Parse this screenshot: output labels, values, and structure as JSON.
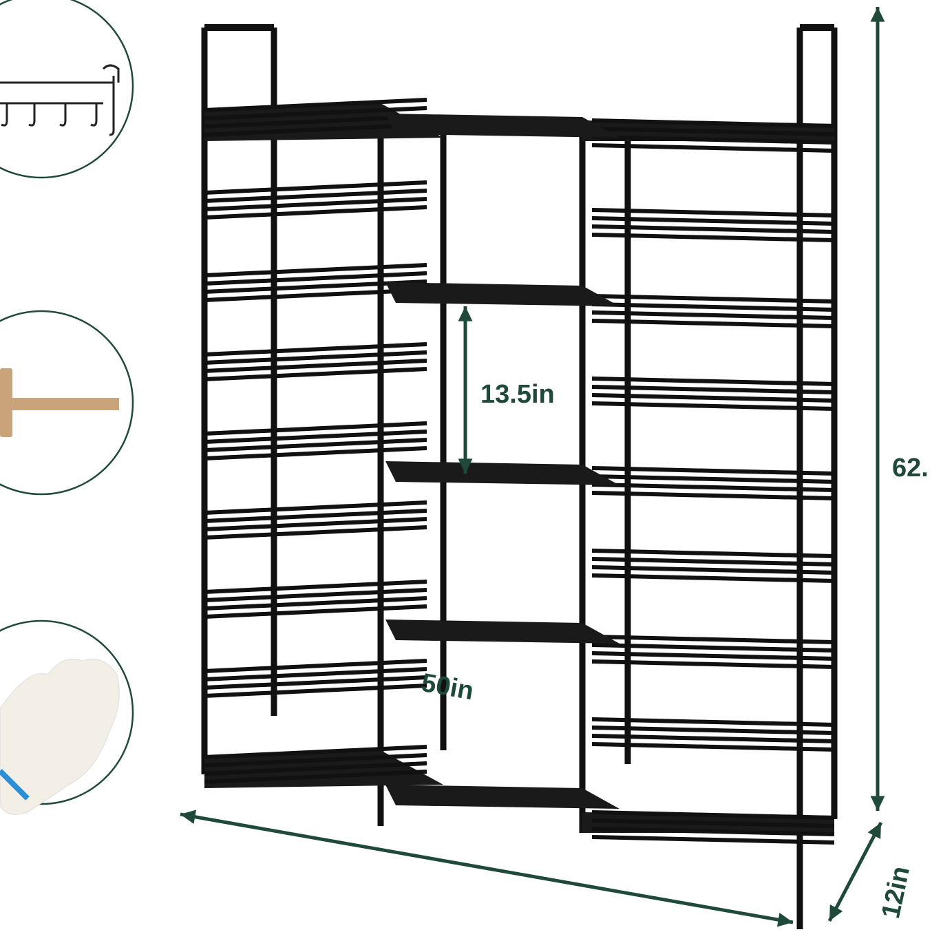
{
  "colors": {
    "dimension": "#1f4a3a",
    "frame": "#111111",
    "circle": "#1f4a3a",
    "wood": "#c9a47a",
    "glove": "#f3efe6",
    "glove_trim": "#2a8fd6"
  },
  "dimensions": {
    "shelf_gap": "13.5in",
    "height": "62.",
    "width": "50in",
    "depth": "12in"
  },
  "accessories": [
    {
      "icon": "hook-rack-icon"
    },
    {
      "icon": "wooden-mallet-icon"
    },
    {
      "icon": "gloves-icon"
    }
  ]
}
